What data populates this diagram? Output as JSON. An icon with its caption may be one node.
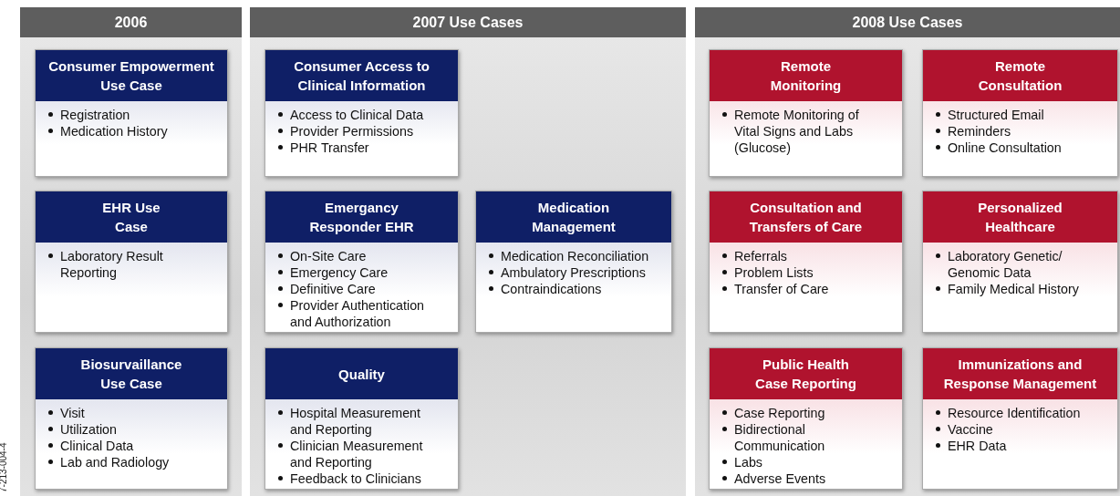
{
  "diagram": {
    "nodes": [
      {
        "text": [
          "2006"
        ]
      },
      {
        "text": [
          "Consumer Empowerment Use Case",
          "Registration",
          "Medication History"
        ],
        "in": 0
      },
      {
        "text": [
          "EHR Use Case",
          "Laboratory Result Reporting"
        ],
        "in": 0
      },
      {
        "text": [
          "Biosurvaillance Use Case",
          "Visit",
          "Utilization",
          "Clinical Data",
          "Lab and Radiology"
        ],
        "in": 0
      },
      {
        "text": [
          "2007 Use Cases"
        ]
      },
      {
        "text": [
          "Consumer Access to Clinical Information",
          "Access to Clinical Data",
          "Provider Permissions",
          "PHR Transfer"
        ],
        "in": 4
      },
      {
        "text": [
          "Emergancy Responder EHR",
          "On-Site Care",
          "Emergency Care",
          "Definitive Care",
          "Provider Authentication and Authorization"
        ],
        "in": 4
      },
      {
        "text": [
          "Medication Management",
          "Medication Reconciliation",
          "Ambulatory Prescriptions",
          "Contraindications"
        ],
        "in": 4
      },
      {
        "text": [
          "Quality",
          "Hospital Measurement and Reporting",
          "Clinician Measurement and Reporting",
          "Feedback to Clinicians"
        ],
        "in": 4
      },
      {
        "text": [
          "2008 Use Cases"
        ]
      },
      {
        "text": [
          "Remote Monitoring",
          "Remote Monitoring of Vital Signs and Labs (Glucose)"
        ],
        "in": 9
      },
      {
        "text": [
          "Remote Consultation",
          "Structured Email",
          "Reminders",
          "Online Consultation"
        ],
        "in": 9
      },
      {
        "text": [
          "Consultation and Transfers of Care",
          "Referrals",
          "Problem Lists",
          "Transfer of Care"
        ],
        "in": 9
      },
      {
        "text": [
          "Personalized Healthcare",
          "Laboratory Genetic/ Genomic Data",
          "Family Medical History"
        ],
        "in": 9
      },
      {
        "text": [
          "Public Health Case Reporting",
          "Case Reporting",
          "Bidirectional Communication",
          "Labs",
          "Adverse Events"
        ],
        "in": 9
      },
      {
        "text": [
          "Immunizations and Response Management",
          "Resource Identification",
          "Vaccine",
          "EHR Data"
        ],
        "in": 9
      }
    ],
    "labels": [
      "7-213-004-4"
    ]
  }
}
